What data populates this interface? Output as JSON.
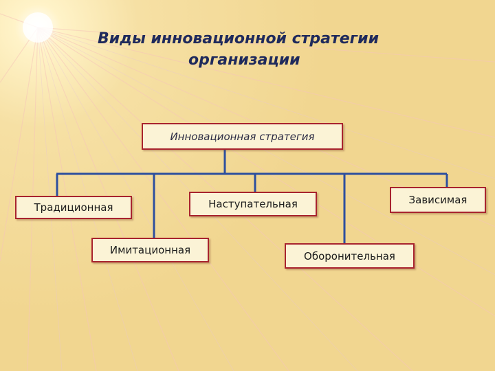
{
  "title": {
    "line1": "Виды инновационной стратегии",
    "line2": "организации"
  },
  "diagram": {
    "root": "Инновационная стратегия",
    "nodes": {
      "traditional": "Традиционная",
      "imitational": "Имитационная",
      "offensive": "Наступательная",
      "defensive": "Оборонительная",
      "dependent": "Зависимая"
    }
  },
  "colors": {
    "background": "#f3d99a",
    "box_fill": "#fbf3d6",
    "box_border": "#a8232e",
    "connector": "#2d4f9e",
    "title": "#1f2a5c"
  }
}
